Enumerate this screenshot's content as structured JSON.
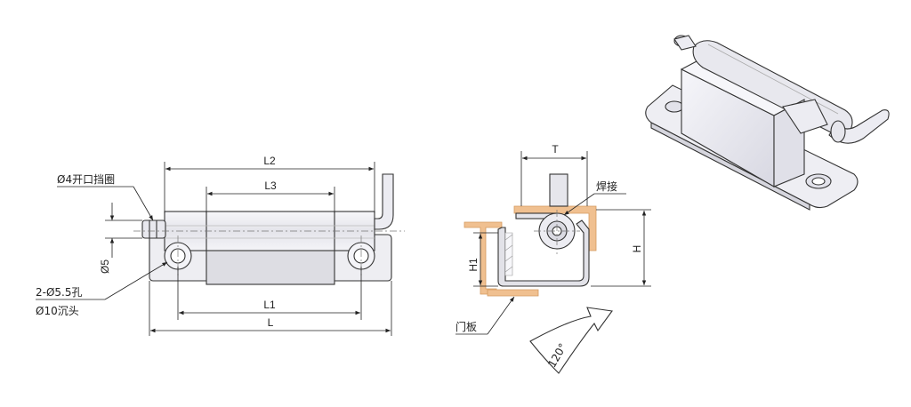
{
  "labels": {
    "retaining_ring": "Ø4开口挡圈",
    "pin_dia": "Ø5",
    "holes": "2-Ø5.5孔",
    "countersink": "Ø10沉头",
    "weld": "焊接",
    "door_panel": "门板",
    "angle": "120°"
  },
  "dims": {
    "l2": "L2",
    "l3": "L3",
    "l1": "L1",
    "l": "L",
    "t": "T",
    "h": "H",
    "h1": "H1"
  },
  "colors": {
    "door_panel": "#f0c090",
    "metal_light": "#f2f2f6",
    "metal_mid": "#dcdce4",
    "outline": "#333333"
  }
}
